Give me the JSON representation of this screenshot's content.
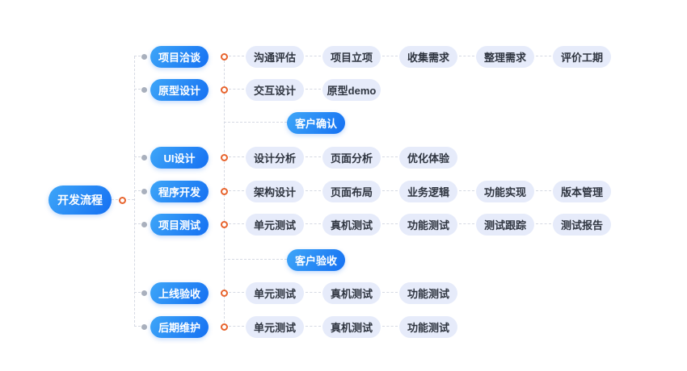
{
  "page": {
    "background": "#ffffff"
  },
  "palette": {
    "branch_gradient_start": "#3ea6f8",
    "branch_gradient_end": "#1570f2",
    "branch_text": "#ffffff",
    "step_fill": "#e6ebfa",
    "step_text": "#2f3540",
    "dash_color": "#d5d9e3",
    "dot_color": "#a9b0bd",
    "ring_color": "#e7642e"
  },
  "root": {
    "label": "开发流程"
  },
  "branches": [
    {
      "label": "项目洽谈",
      "type": "branch",
      "children": [
        "沟通评估",
        "项目立项",
        "收集需求",
        "整理需求",
        "评价工期"
      ]
    },
    {
      "label": "原型设计",
      "type": "branch",
      "children": [
        "交互设计",
        "原型demo"
      ]
    },
    {
      "label": "客户确认",
      "type": "milestone",
      "children": []
    },
    {
      "label": "UI设计",
      "type": "branch",
      "children": [
        "设计分析",
        "页面分析",
        "优化体验"
      ]
    },
    {
      "label": "程序开发",
      "type": "branch",
      "children": [
        "架构设计",
        "页面布局",
        "业务逻辑",
        "功能实现",
        "版本管理"
      ]
    },
    {
      "label": "项目测试",
      "type": "branch",
      "children": [
        "单元测试",
        "真机测试",
        "功能测试",
        "测试跟踪",
        "测试报告"
      ]
    },
    {
      "label": "客户验收",
      "type": "milestone",
      "children": []
    },
    {
      "label": "上线验收",
      "type": "branch",
      "children": [
        "单元测试",
        "真机测试",
        "功能测试"
      ]
    },
    {
      "label": "后期维护",
      "type": "branch",
      "children": [
        "单元测试",
        "真机测试",
        "功能测试"
      ]
    }
  ]
}
